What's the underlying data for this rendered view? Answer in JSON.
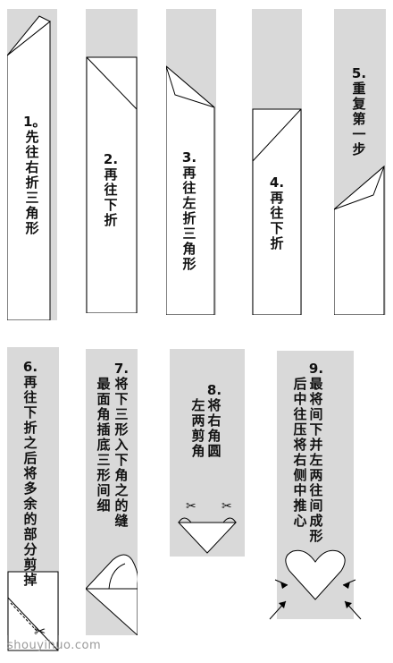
{
  "steps": [
    {
      "text": "1。先往右折三角形"
    },
    {
      "text": "2.再往下折"
    },
    {
      "text": "3.再往左折三角形"
    },
    {
      "text": "4.再往下折"
    },
    {
      "text": "5.重复第一步"
    },
    {
      "text": "6.再往下折之后将多余的部分剪掉"
    },
    {
      "text": "7.将下三形入下角之的缝",
      "col2": "最面角插底三形间细"
    },
    {
      "text": "8.将右角圆",
      "col2": "左两剪角"
    },
    {
      "text": "9.最将间下并左两往间成形",
      "col2": "后中往压将右侧中推心"
    }
  ],
  "watermark": "shouyihuo.com",
  "colors": {
    "strip": "#d9d9d9",
    "paper": "#ffffff",
    "line": "#000000"
  }
}
